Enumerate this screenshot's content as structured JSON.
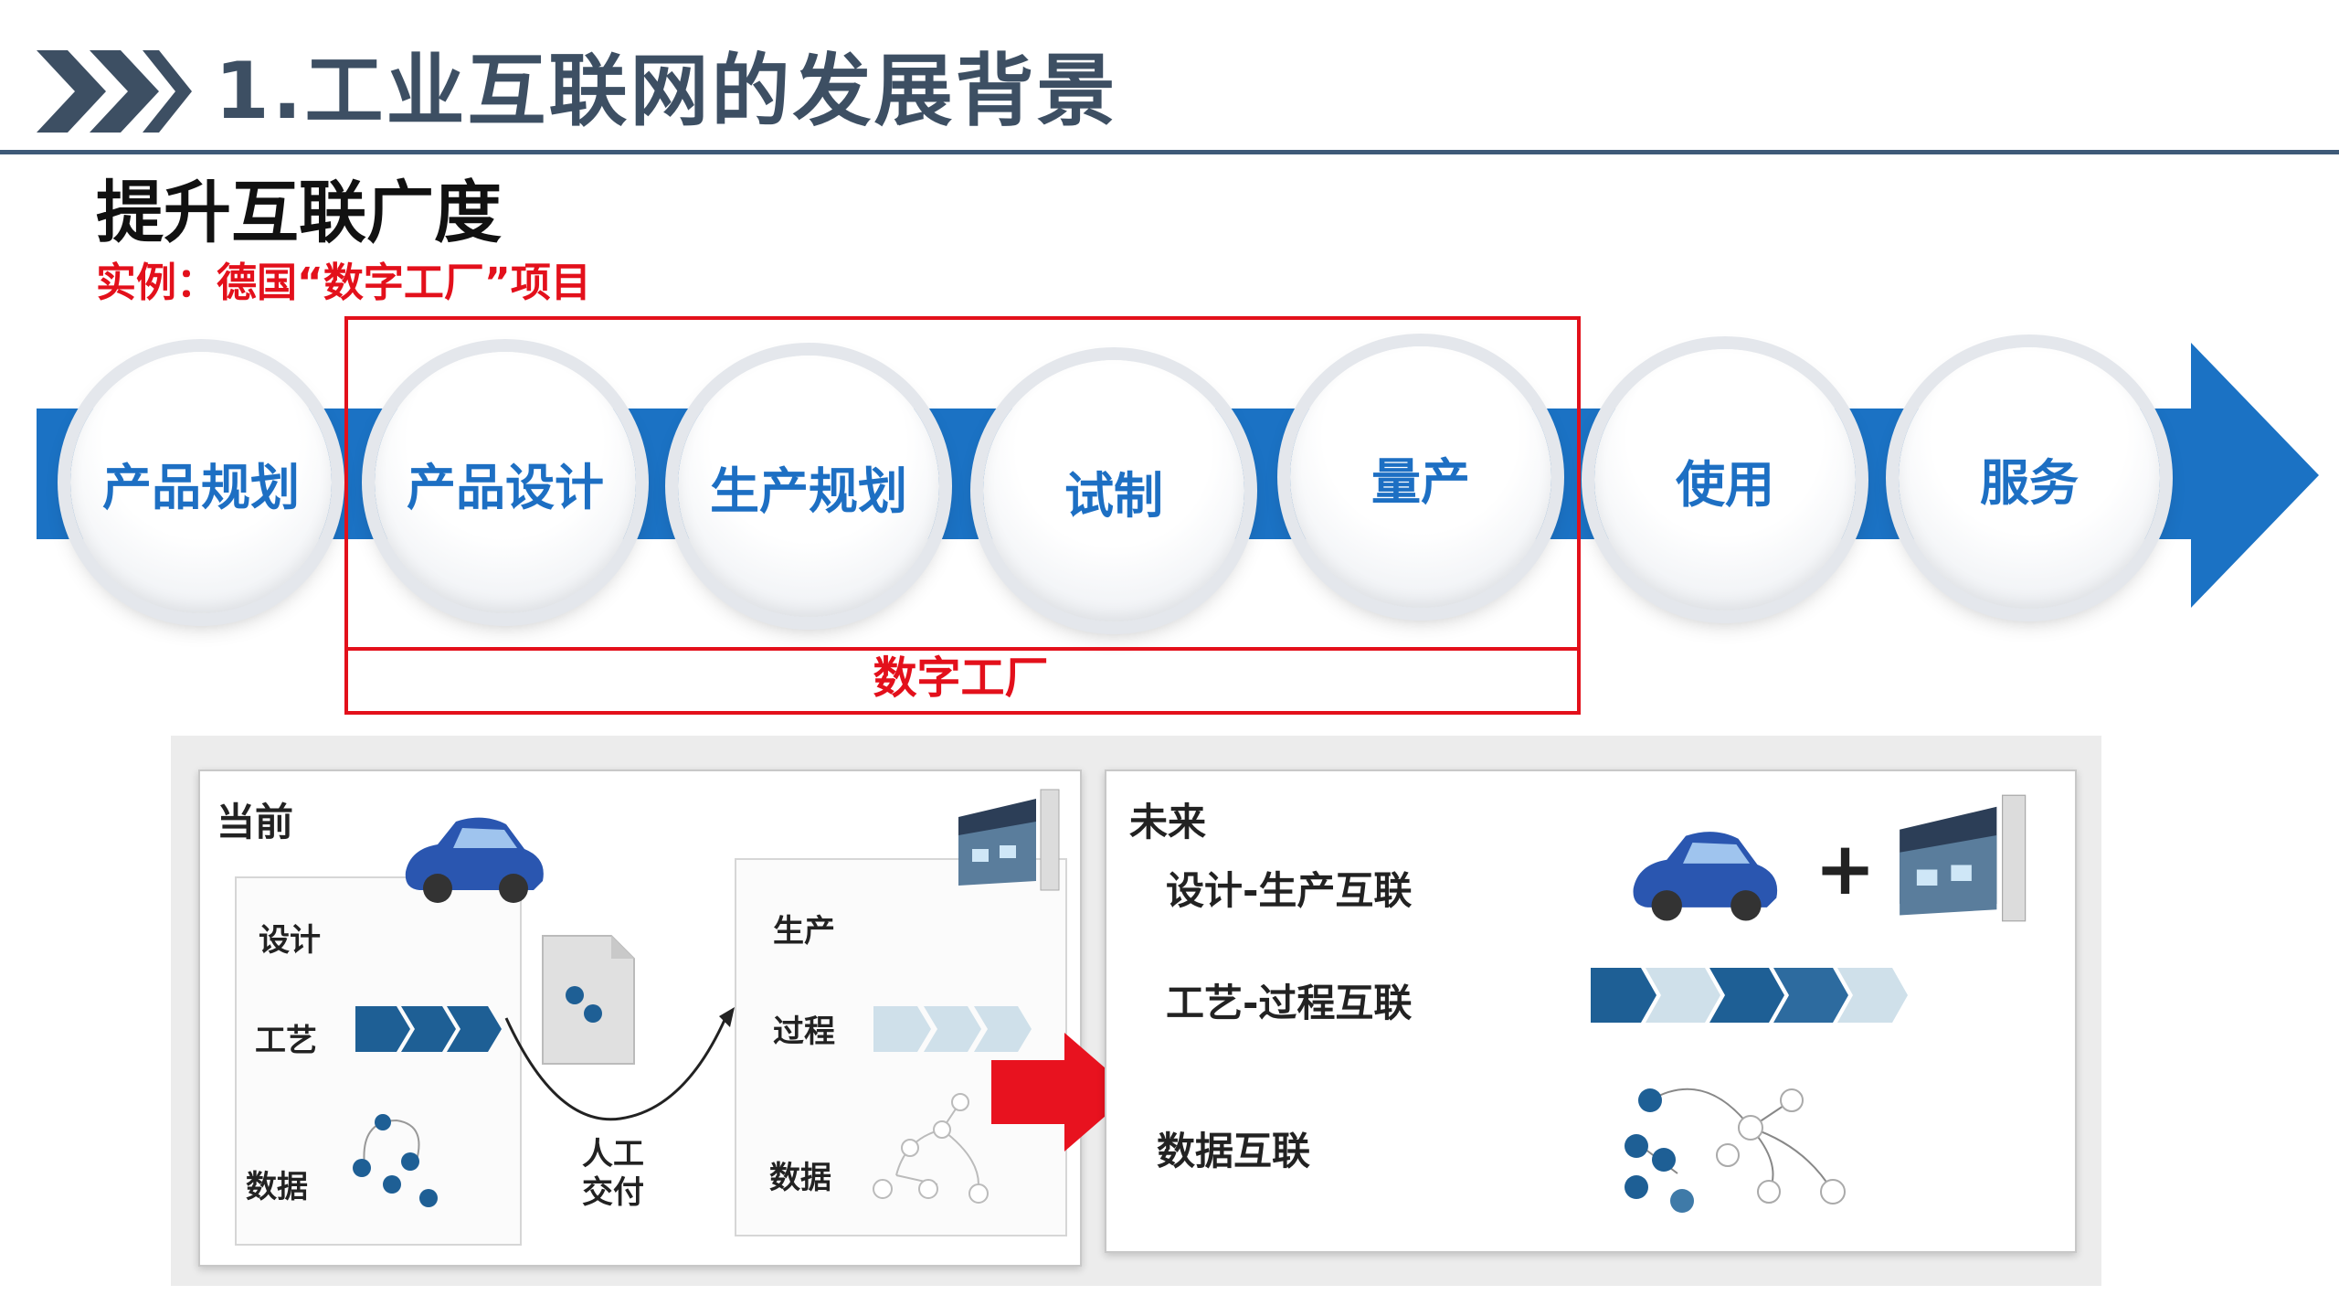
{
  "header": {
    "title": "1.工业互联网的发展背景"
  },
  "subtitle": "提升互联广度",
  "example_label": "实例：德国“数字工厂”项目",
  "process": {
    "steps": [
      "产品规划",
      "产品设计",
      "生产规划",
      "试制",
      "量产",
      "使用",
      "服务"
    ],
    "highlight_label": "数字工厂",
    "band_color": "#1b72c4",
    "highlight_color": "#e3101b"
  },
  "panel": {
    "now": {
      "title": "当前",
      "left_labels": [
        "设计",
        "工艺",
        "数据"
      ],
      "handoff_label": "人工\n交付",
      "right_labels": [
        "生产",
        "过程",
        "数据"
      ]
    },
    "future": {
      "title": "未来",
      "items": [
        "设计-生产互联",
        "工艺-过程互联",
        "数据互联"
      ],
      "plus": "+"
    }
  }
}
